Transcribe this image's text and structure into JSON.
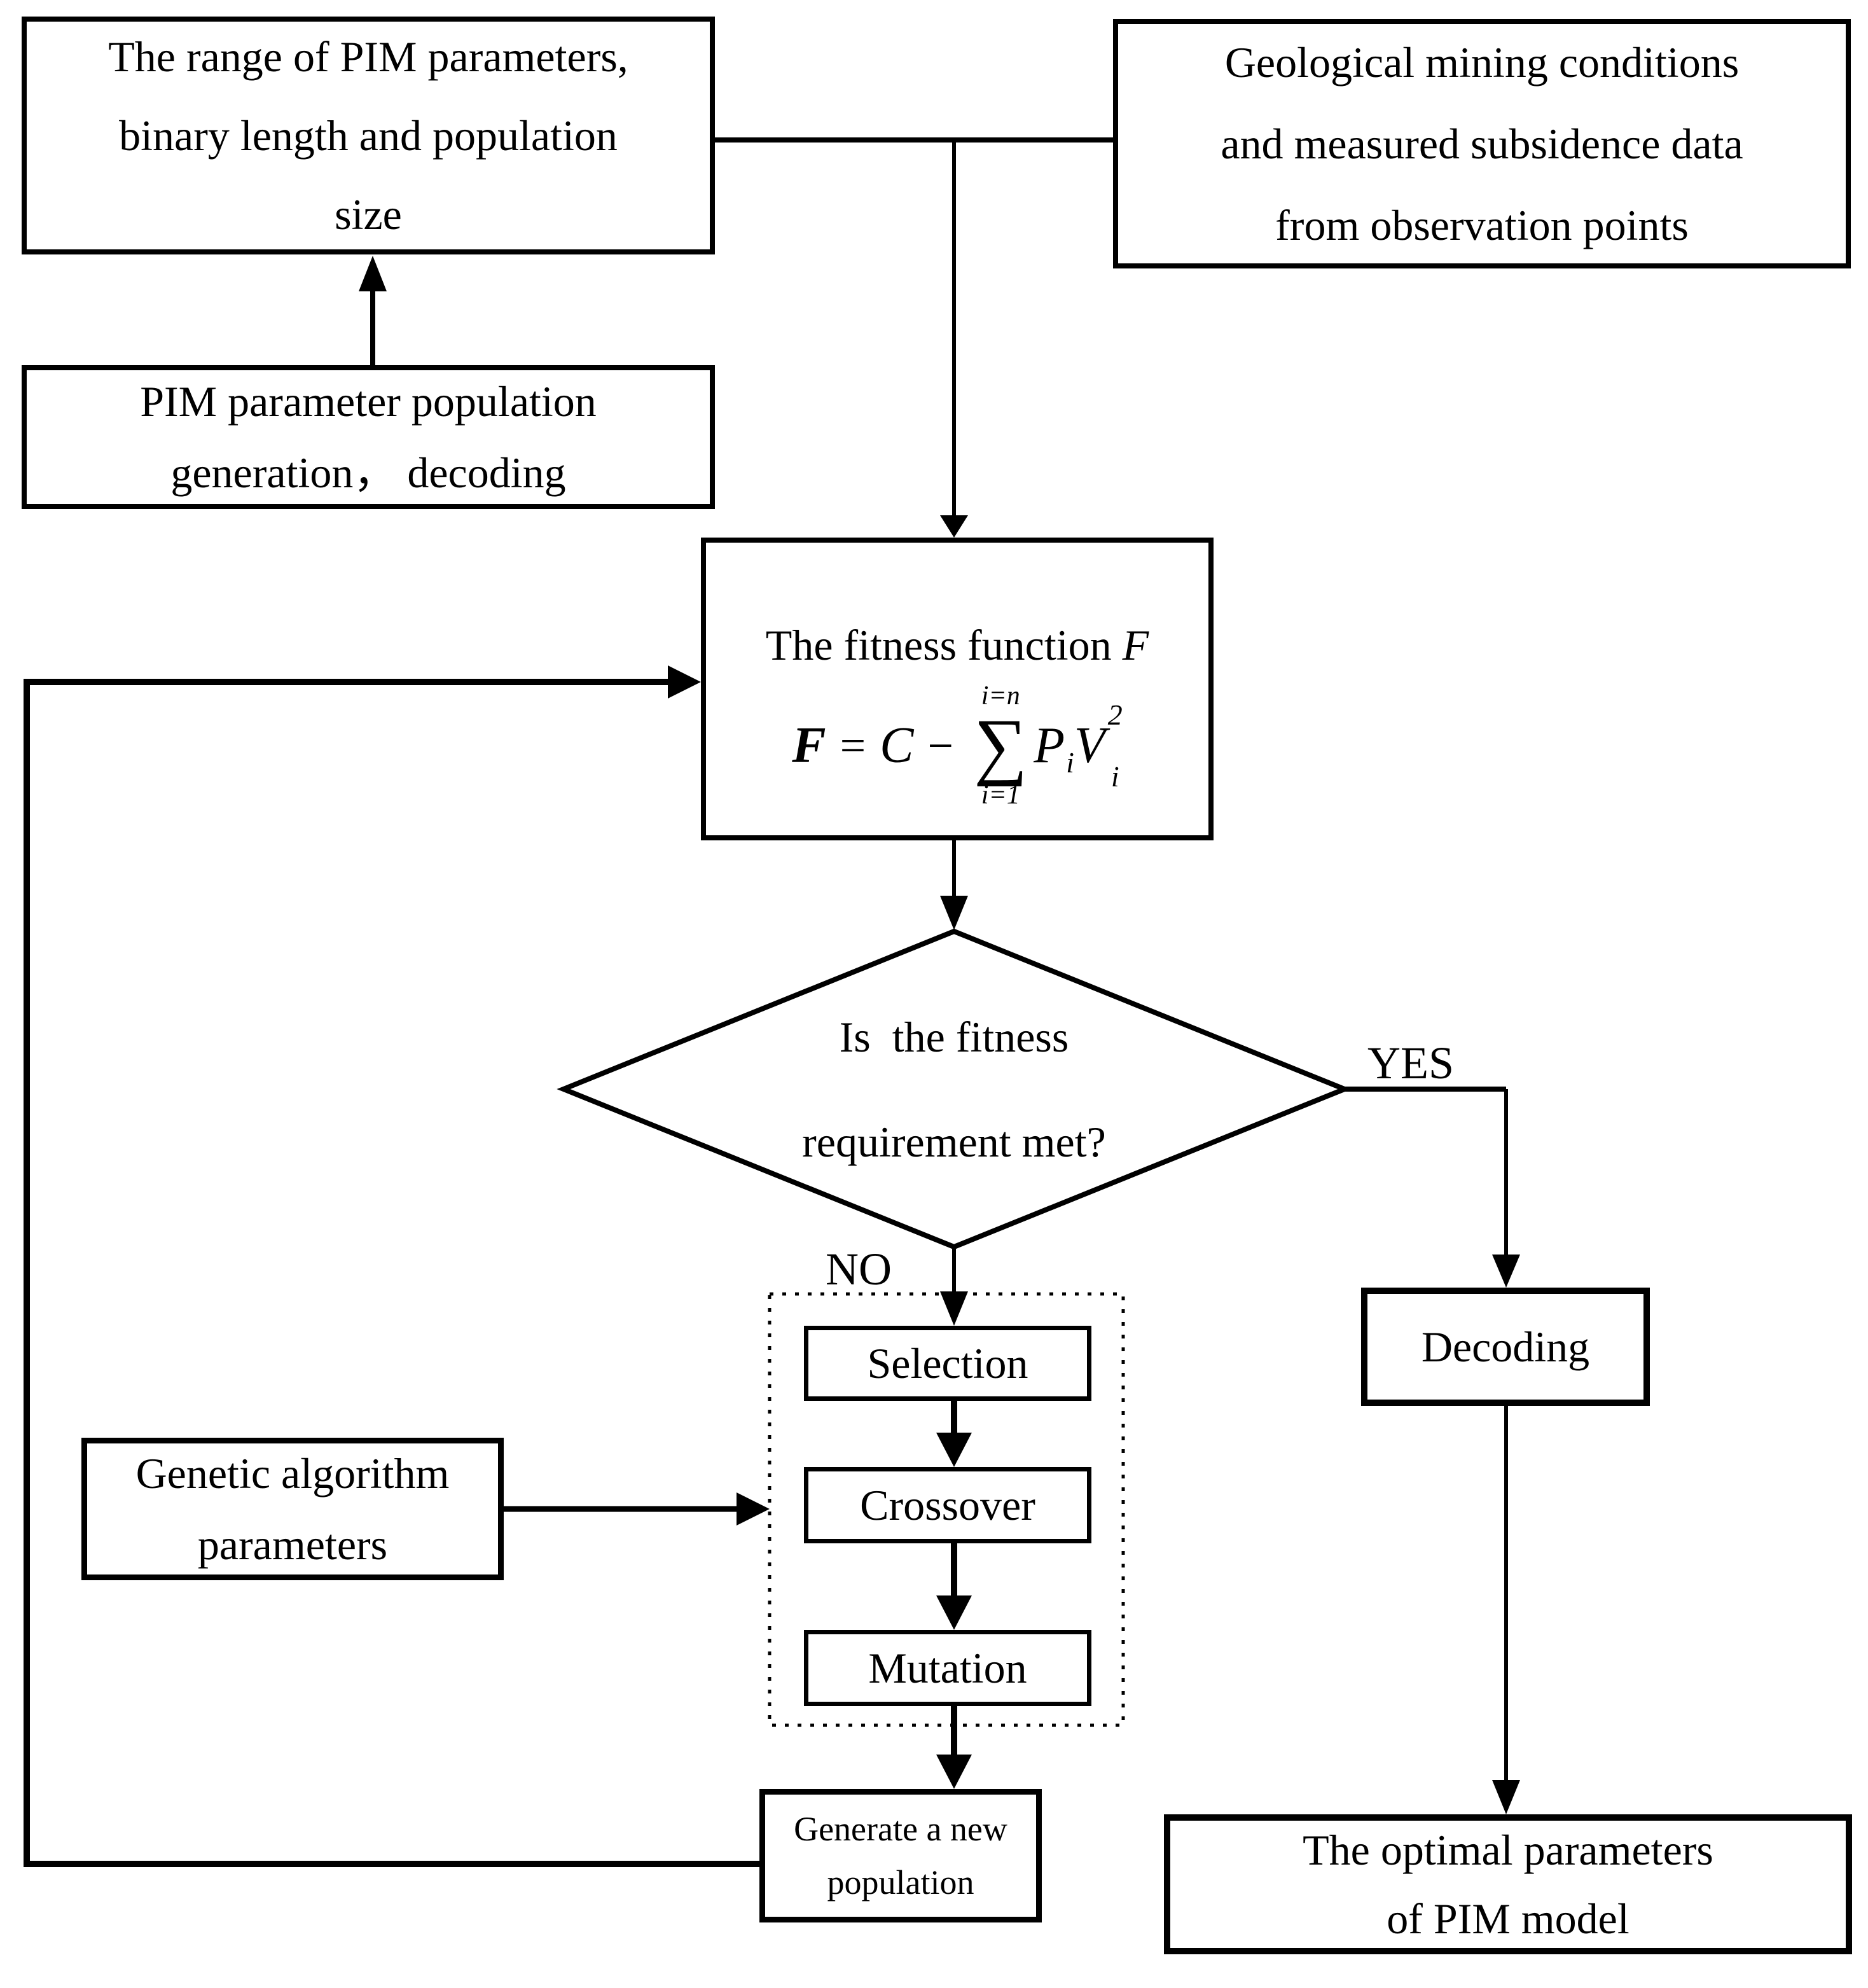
{
  "canvas": {
    "bg": "#ffffff",
    "ink": "#000000"
  },
  "nodes": {
    "pim_range": {
      "line1": "The range of PIM parameters,",
      "line2": "binary length and population",
      "line3": "size"
    },
    "geological": {
      "line1": "Geological mining conditions",
      "line2": "and measured subsidence data",
      "line3": "from observation points"
    },
    "pim_generation": {
      "line1": "PIM parameter population",
      "line2": "generation， decoding"
    },
    "fitness": {
      "title_text": "The fitness function ",
      "title_var": "F",
      "formula": {
        "lhs": "F",
        "eq": "=",
        "c": "C",
        "minus": "−",
        "sigma": "∑",
        "upper": "i=n",
        "lower": "i=1",
        "p": "P",
        "p_sub": "i",
        "v": "V",
        "v_sup": "2",
        "v_sub": "i"
      }
    },
    "decision": {
      "line1": "Is  the fitness",
      "line2": "requirement met?"
    },
    "selection": {
      "label": "Selection"
    },
    "crossover": {
      "label": "Crossover"
    },
    "mutation": {
      "label": "Mutation"
    },
    "genetic": {
      "line1": "Genetic algorithm",
      "line2": "parameters"
    },
    "decoding": {
      "label": "Decoding"
    },
    "generate": {
      "line1": "Generate a new",
      "line2": "population"
    },
    "optimal": {
      "line1": "The optimal parameters",
      "line2": "of PIM model"
    }
  },
  "labels": {
    "yes": "YES",
    "no": "NO"
  }
}
